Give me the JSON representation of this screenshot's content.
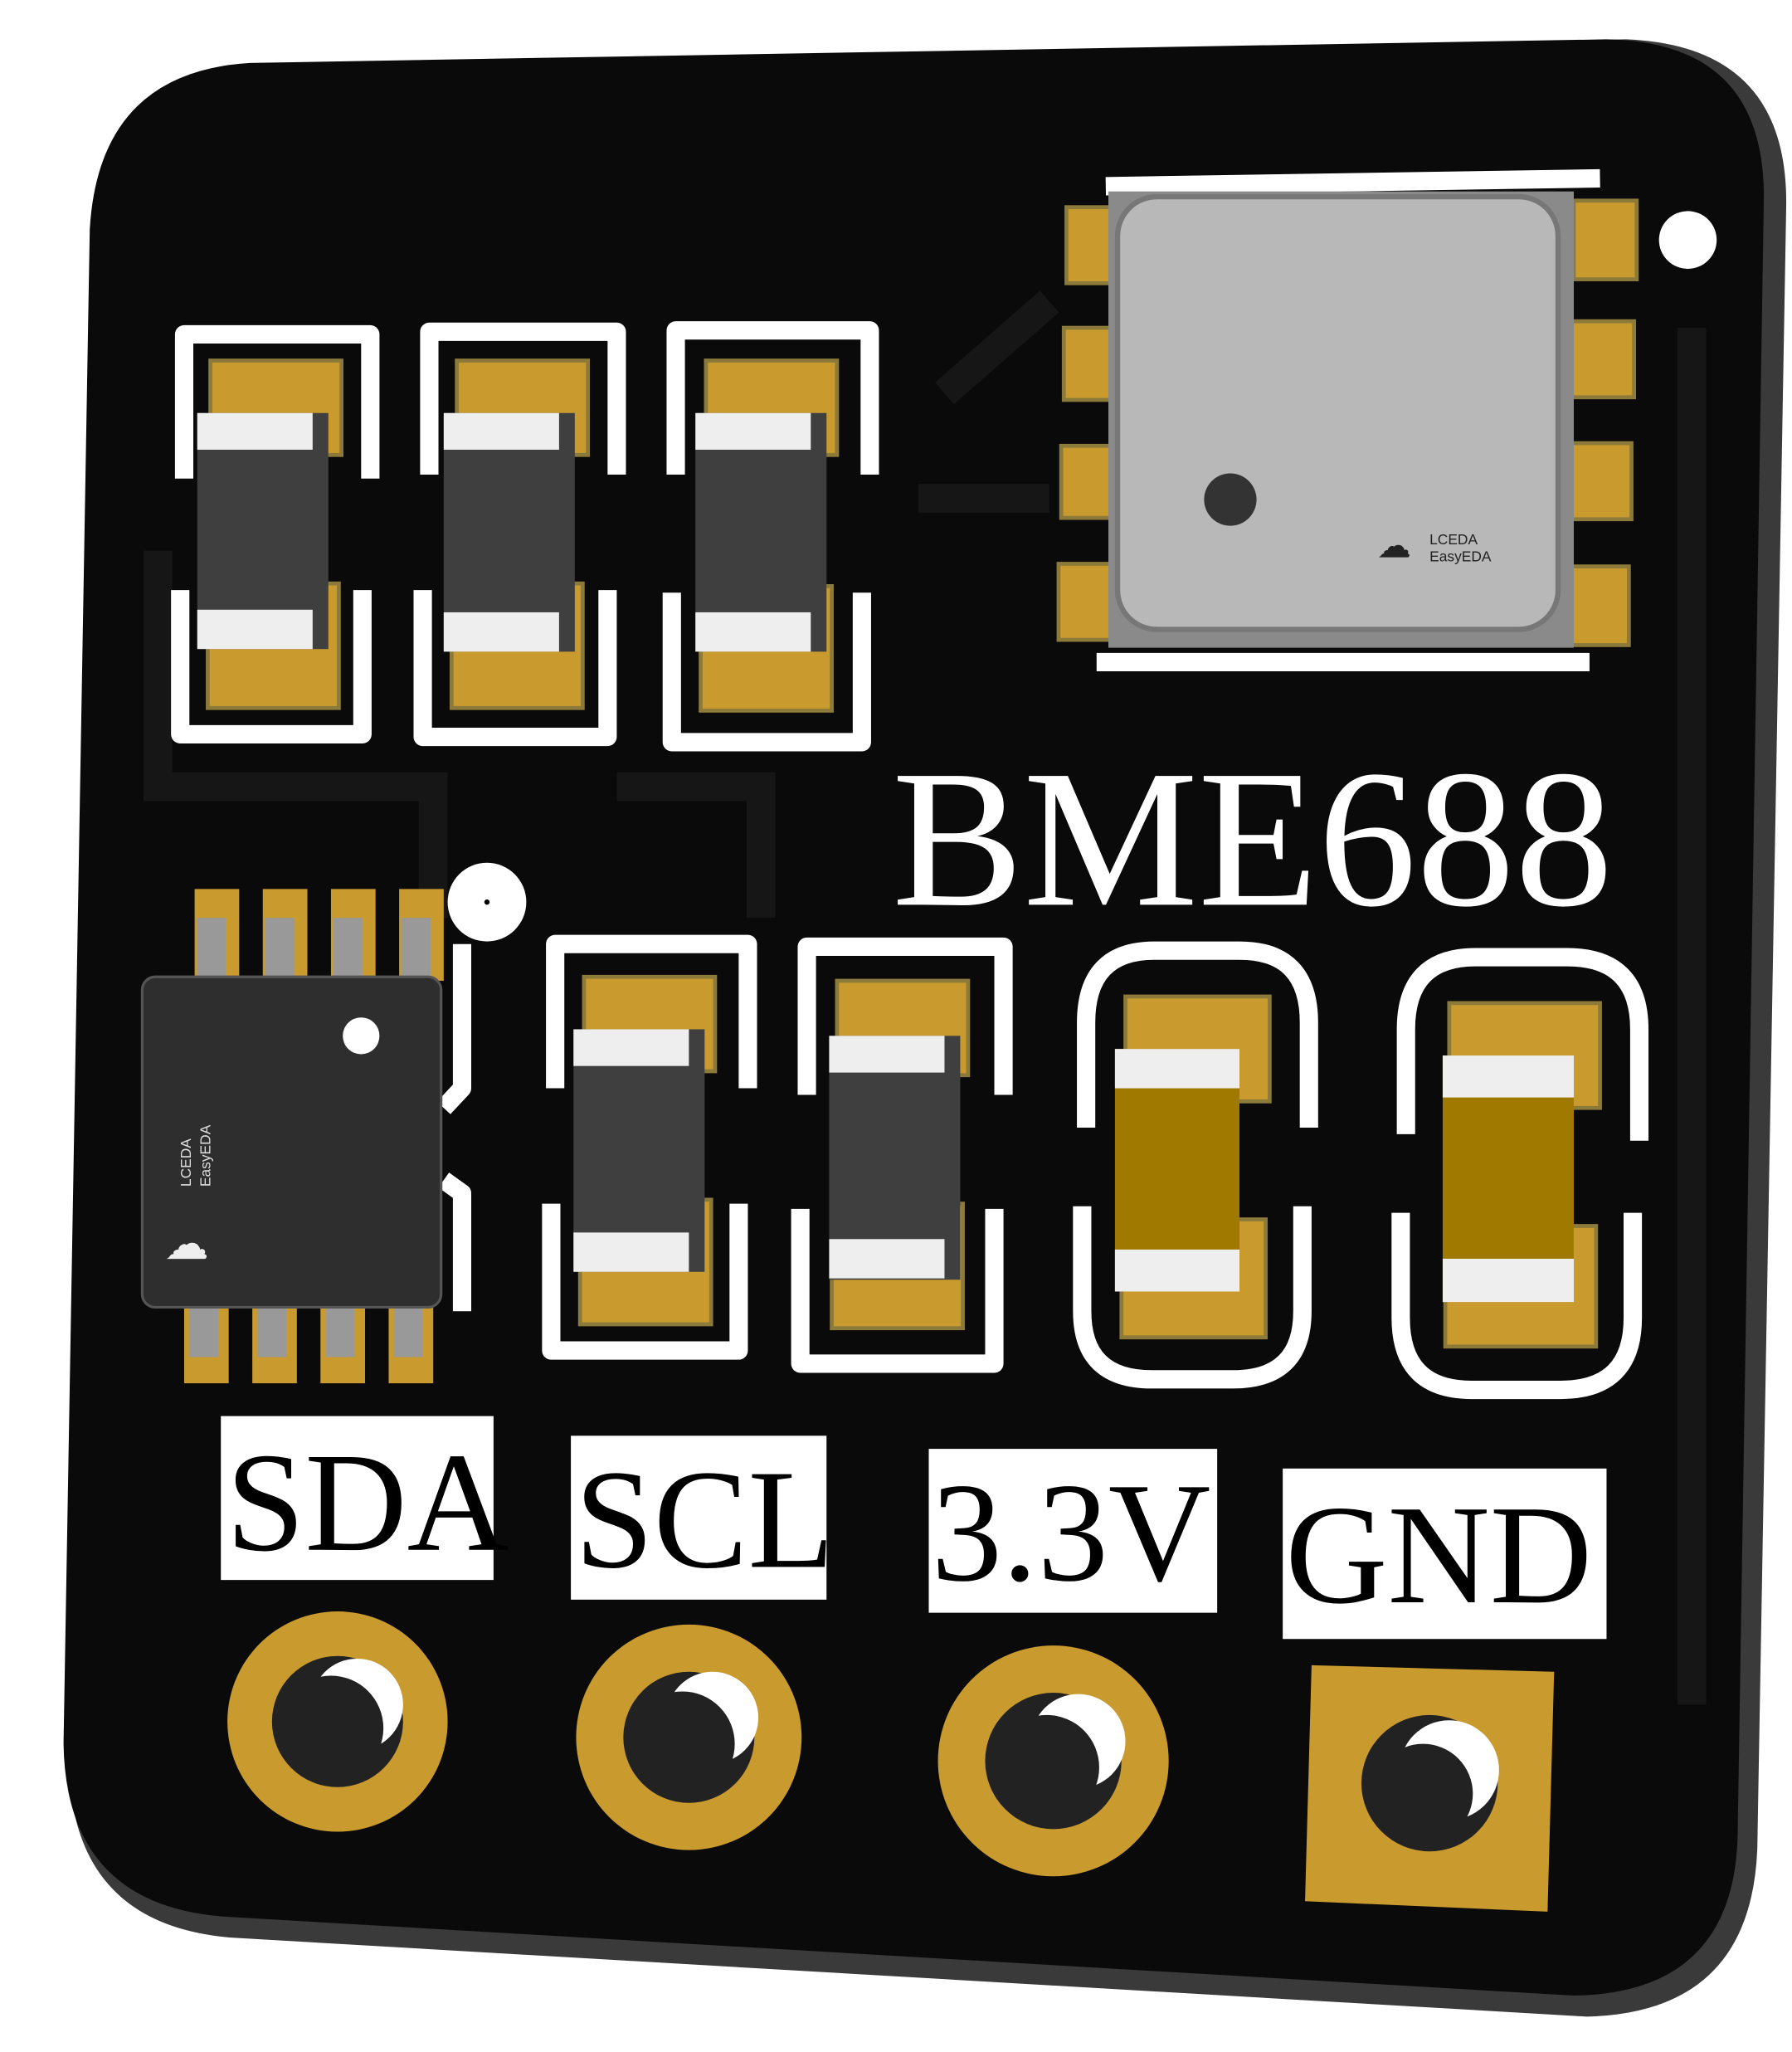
{
  "board": {
    "title": "BME688",
    "sensor_logo": {
      "line1": "LCEDA",
      "line2": "EasyEDA"
    },
    "ic_logo": {
      "line1": "LCEDA",
      "line2": "EasyEDA"
    },
    "pins": [
      {
        "label": "SDA"
      },
      {
        "label": "SCL"
      },
      {
        "label": "3.3V"
      },
      {
        "label": "GND"
      }
    ]
  },
  "colors": {
    "pcb": "#0a0a0a",
    "copper_pad": "#c99a2e",
    "silkscreen": "#ffffff",
    "sensor_body": "#b8b8b8",
    "capacitor": "#a07a00"
  }
}
